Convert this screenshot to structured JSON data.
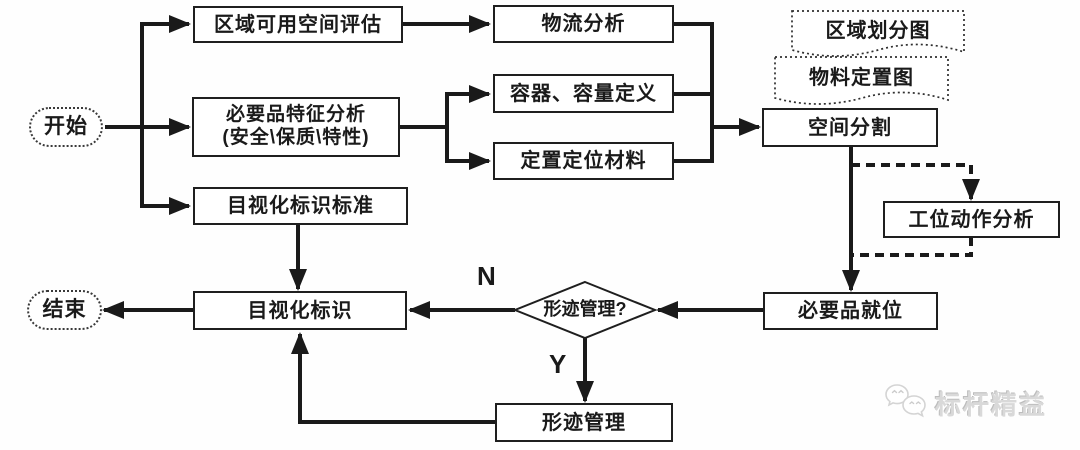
{
  "diagram_type": "flowchart",
  "nodes": {
    "start": {
      "label": "开始",
      "shape": "terminal"
    },
    "area_space_eval": {
      "label": "区域可用空间评估",
      "shape": "process"
    },
    "logistics_analysis": {
      "label": "物流分析",
      "shape": "process"
    },
    "necessity_feature_analysis": {
      "label": "必要品特征分析",
      "sublabel": "(安全\\保质\\特性)",
      "shape": "process"
    },
    "container_capacity": {
      "label": "容器、容量定义",
      "shape": "process"
    },
    "positioning_materials": {
      "label": "定置定位材料",
      "shape": "process"
    },
    "visual_marking_standard": {
      "label": "目视化标识标准",
      "shape": "process"
    },
    "area_division_map": {
      "label": "区域划分图",
      "shape": "document-dotted"
    },
    "material_placement_map": {
      "label": "物料定置图",
      "shape": "document-dotted"
    },
    "space_division": {
      "label": "空间分割",
      "shape": "process"
    },
    "station_motion_analysis": {
      "label": "工位动作分析",
      "shape": "process"
    },
    "necessity_in_place": {
      "label": "必要品就位",
      "shape": "process"
    },
    "trace_management_decision": {
      "label": "形迹管理?",
      "shape": "decision"
    },
    "visual_marking": {
      "label": "目视化标识",
      "shape": "process"
    },
    "trace_management": {
      "label": "形迹管理",
      "shape": "process"
    },
    "end": {
      "label": "结束",
      "shape": "terminal"
    }
  },
  "edge_labels": {
    "no": "N",
    "yes": "Y"
  },
  "watermark": {
    "brand": "标杆精益",
    "icon": "wechat-bubbles-icon"
  },
  "colors": {
    "line": "#1a1a1a",
    "box_border": "#1f1f1f",
    "box_bg": "#ffffff",
    "watermark_gray": "#d9d9d9"
  }
}
